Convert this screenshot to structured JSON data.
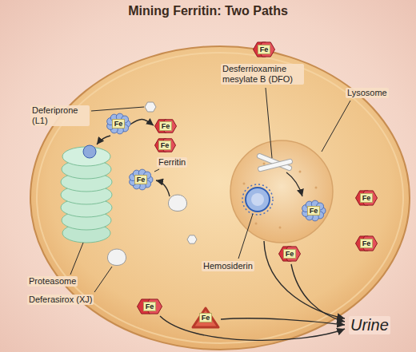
{
  "diagram": {
    "title": "Mining Ferritin: Two Paths",
    "nodes": [
      {
        "text": [
          "Fe"
        ]
      },
      {
        "text": [
          "Fe"
        ]
      },
      {
        "text": [
          "Fe"
        ]
      },
      {
        "text": [
          "Fe"
        ]
      },
      {
        "text": [
          "Fe"
        ]
      },
      {
        "text": [
          "Fe"
        ]
      },
      {
        "text": [
          "Fe"
        ]
      },
      {
        "text": [
          "Fe"
        ]
      },
      {
        "text": [
          "Fe"
        ]
      },
      {
        "text": [
          "Fe"
        ]
      },
      {
        "text": [
          "Fe"
        ]
      }
    ],
    "edges": [
      {
        "from": 1,
        "to": 2,
        "arrow": "to"
      }
    ],
    "labels": [
      "Desferrioxamine mesylate B (DFO)",
      "Lysosome",
      "Deferiprone (L1)",
      "Ferritin",
      "Hemosiderin",
      "Proteasome",
      "Deferasirox (XJ)",
      "Urine"
    ]
  }
}
